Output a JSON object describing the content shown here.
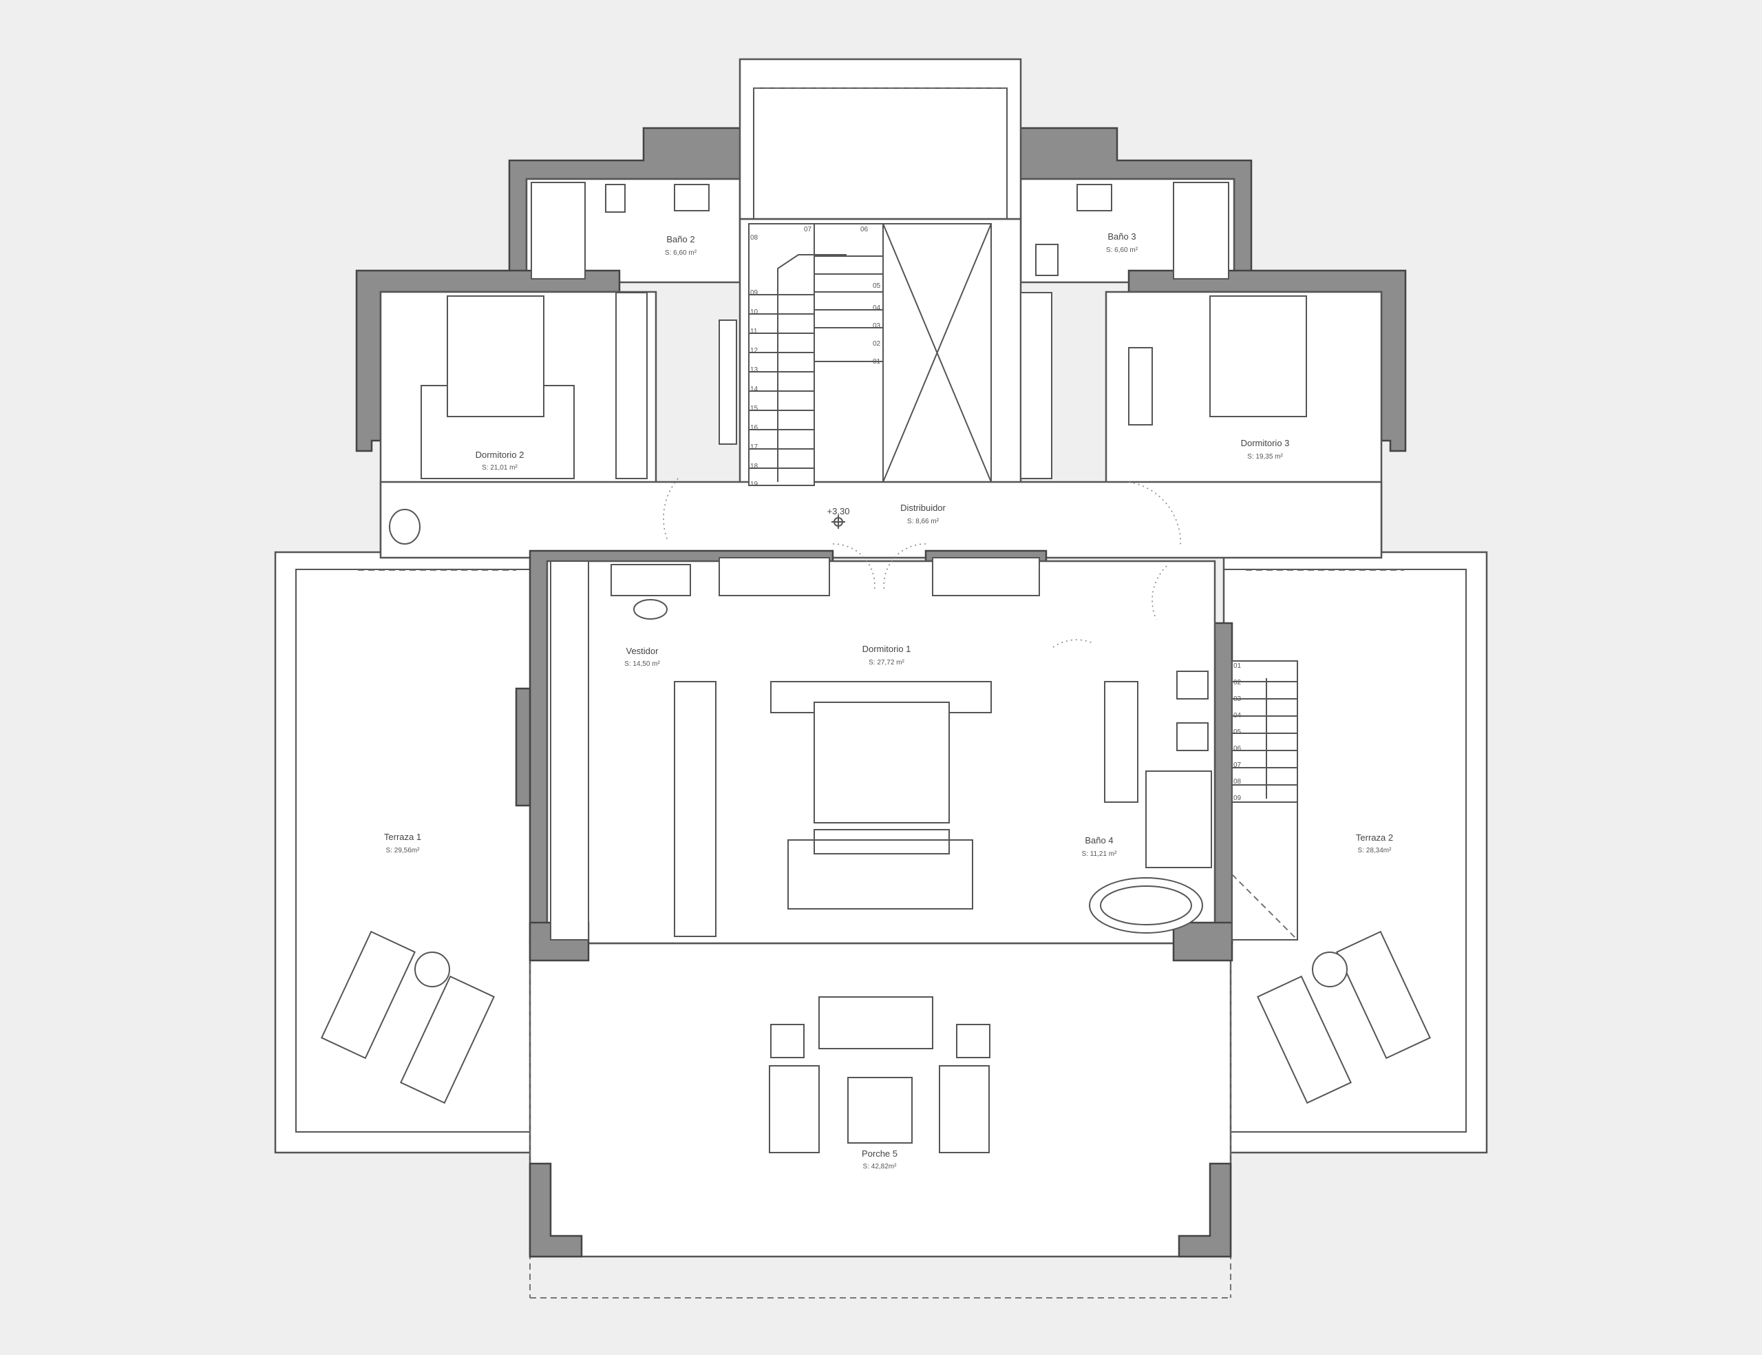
{
  "plan": {
    "level_mark": "+3,30",
    "rooms": [
      {
        "id": "bano-2",
        "name": "Baño 2",
        "area": "S: 6,60 m²"
      },
      {
        "id": "bano-3",
        "name": "Baño 3",
        "area": "S: 6,60 m²"
      },
      {
        "id": "dormitorio-2",
        "name": "Dormitorio 2",
        "area": "S: 21,01 m²"
      },
      {
        "id": "dormitorio-3",
        "name": "Dormitorio 3",
        "area": "S: 19,35 m²"
      },
      {
        "id": "distribuidor",
        "name": "Distribuidor",
        "area": "S: 8,66 m²"
      },
      {
        "id": "vestidor",
        "name": "Vestidor",
        "area": "S: 14,50 m²"
      },
      {
        "id": "dormitorio-1",
        "name": "Dormitorio 1",
        "area": "S: 27,72 m²"
      },
      {
        "id": "bano-4",
        "name": "Baño 4",
        "area": "S: 11,21 m²"
      },
      {
        "id": "terraza-1",
        "name": "Terraza 1",
        "area": "S: 29,56m²"
      },
      {
        "id": "terraza-2",
        "name": "Terraza 2",
        "area": "S: 28,34m²"
      },
      {
        "id": "porche-5",
        "name": "Porche 5",
        "area": "S: 42,82m²"
      }
    ],
    "stair_main": [
      "01",
      "02",
      "03",
      "04",
      "05",
      "06",
      "07",
      "08",
      "09",
      "10",
      "11",
      "12",
      "13",
      "14",
      "15",
      "16",
      "17",
      "18",
      "19"
    ],
    "stair_right": [
      "01",
      "02",
      "03",
      "04",
      "05",
      "06",
      "07",
      "08",
      "09"
    ]
  }
}
